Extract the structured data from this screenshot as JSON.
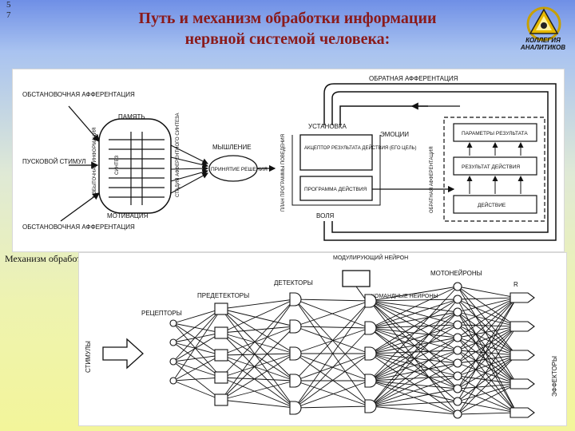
{
  "slide": {
    "page_number": "5\n7",
    "title_line1": "Путь и механизм обработки информации",
    "title_line2": "нервной системой человека:",
    "logo_text_line1": "КОЛЛЕГИЯ",
    "logo_text_line2": "АНАЛИТИКОВ",
    "caption": "Механизм обработки информации в нейронных сетях:"
  },
  "diagram1": {
    "env_afferent_top": "ОБСТАНОВОЧНАЯ АФФЕРЕНТАЦИЯ",
    "env_afferent_bottom": "ОБСТАНОВОЧНАЯ АФФЕРЕНТАЦИЯ",
    "trigger": "ПУСКОВОЙ СТИМУЛ",
    "memory": "ПАМЯТЬ",
    "motivation": "МОТИВАЦИЯ",
    "thinking": "МЫШЛЕНИЕ",
    "decision": "ПРИНЯТИЕ РЕШЕНИЯ",
    "attitude": "УСТАНОВКА",
    "emotions": "ЭМОЦИИ",
    "acceptor": "АКЦЕПТОР РЕЗУЛЬТАТА ДЕЙСТВИЯ (ЕГО ЦЕЛЬ)",
    "program": "ПРОГРАММА ДЕЙСТВИЯ",
    "will": "ВОЛЯ",
    "feedback": "ОБРАТНАЯ АФФЕРЕНТАЦИЯ",
    "feedback_side": "ОБРАТНАЯ АФФЕРЕНТАЦИЯ",
    "params": "ПАРАМЕТРЫ РЕЗУЛЬТАТА",
    "results": "РЕЗУЛЬТАТ ДЕЙСТВИЯ",
    "action": "ДЕЙСТВИЕ",
    "vertical_left": "ИЗБЫТОЧНАЯ ИНФОРМАЦИЯ",
    "vertical_mid": "СИНТЕЗ",
    "vertical_right": "СТАДИЯ АФФЕРЕНТНОГО СИНТЕЗА",
    "vertical_plan": "ПЛАН ПРОГРАММЫ ПОВЕДЕНИЯ"
  },
  "diagram2": {
    "modulating": "МОДУЛИРУЮЩИЙ НЕЙРОН",
    "detectors": "ДЕТЕКТОРЫ",
    "predetectors": "ПРЕДЕТЕКТОРЫ",
    "receptors": "РЕЦЕПТОРЫ",
    "command": "КОМАНДНЫЕ НЕЙРОНЫ",
    "motoneurons": "МОТОНЕЙРОНЫ",
    "r_label": "R",
    "stimuli": "СТИМУЛЫ",
    "effectors": "ЭФФЕКТОРЫ"
  }
}
